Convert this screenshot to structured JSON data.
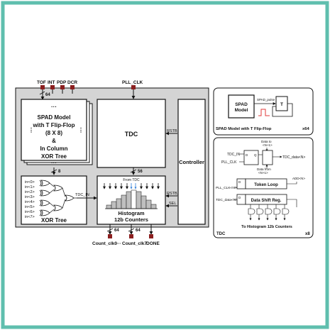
{
  "colors": {
    "frame": "#5fbfae",
    "panel": "#d4d4d4",
    "block": "#ffffff",
    "pad": "#8b1f1f",
    "wire": "#111111",
    "pulse": "#e03b3b",
    "arrow_blue": "#2f7ed8",
    "bars": "#bfbfbf"
  },
  "top_pins": {
    "tof": "TOF",
    "int": "INT",
    "pdp": "PDP",
    "dcr": "DCR",
    "pll_clk": "PLL_CLK",
    "bus_64": "64"
  },
  "spad_array": {
    "line1": "SPAD Model",
    "line2": "with T Flip-Flop",
    "line3": "(8 X 8)",
    "line4": "&",
    "line5": "In Column",
    "line6": "XOR Tree",
    "dots": "···",
    "bus_8": "8"
  },
  "tdc_block": {
    "label": "TDC",
    "rstb": "RSTB",
    "bus_56": "56"
  },
  "controller": {
    "label": "Controller"
  },
  "xor_tree": {
    "label": "XOR Tree",
    "inputs": [
      "in<0>",
      "in<1>",
      "in<2>",
      "in<3>",
      "in<4>",
      "in<5>",
      "in<6>",
      "in<7>"
    ],
    "output": "TDC_IN"
  },
  "histogram": {
    "from_tdc": "From TDC",
    "line1": "Histogram",
    "line2": "12b Counters",
    "rstb_h": "RSTB_H",
    "sel": "SEL"
  },
  "bottom_pins": {
    "count_clk0": "Count_clk0",
    "dots": "···",
    "count_clk7": "Count_clk7",
    "done": "DONE",
    "bus_64": "64"
  },
  "spad_model_panel": {
    "block_line1": "SPAD",
    "block_line2": "Model",
    "pulse": "SPAD_pulse",
    "ff": "T",
    "caption": "SPAD Model with T Flip-Flop",
    "count": "x64"
  },
  "tdc_panel": {
    "data_to": "Data to",
    "n1_a": "<N+1>",
    "tdc_in": "TDC_IN",
    "pll_clk": "PLL_CLK",
    "d": "D",
    "q": "Q",
    "tdc_data_out": "TDC_data<N>",
    "data_from": "Data from",
    "n1_b": "<N+1>",
    "token_loop": "Token Loop",
    "add": "ADD<N>",
    "pll_clk_n": "PLL_CLK<N>",
    "tdc_data_in": "TDC_data<N>",
    "shift_reg": "Data Shift Reg.",
    "to_hist": "To Histogram 12b Counters",
    "label": "TDC",
    "count": "x8"
  }
}
